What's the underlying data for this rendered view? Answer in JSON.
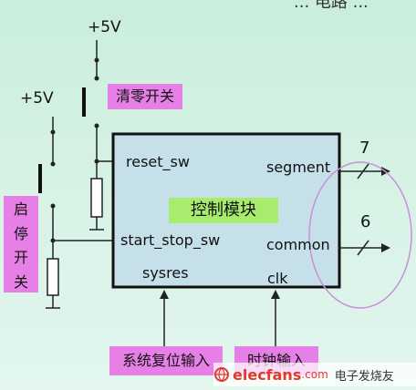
{
  "header": {
    "corner_text": "... 电路 ..."
  },
  "power": {
    "top_label": "+5V",
    "left_label": "+5V"
  },
  "switches": {
    "clear_switch_label": "清零开关",
    "start_stop_switch_label": [
      "启",
      "停",
      "开",
      "关"
    ]
  },
  "module": {
    "title": "控制模块",
    "ports": {
      "reset": "reset_sw",
      "start_stop": "start_stop_sw",
      "sysres": "sysres",
      "segment": "segment",
      "common": "common",
      "clk": "clk"
    }
  },
  "bus_widths": {
    "segment": "7",
    "common": "6"
  },
  "inputs": {
    "system_reset_input": "系统复位输入",
    "clock_input": "时钟输入"
  },
  "watermark": {
    "brand": "elecfans",
    "domain_suffix": ".com",
    "cn_name": "电子发烧友"
  },
  "colors": {
    "background": "#d8f2e6",
    "module_fill": "#c6e0ea",
    "label_pink": "#e680e6",
    "title_green": "#a8ec6e",
    "highlight_ellipse": "#c890d8",
    "watermark_red": "#e23a2a"
  }
}
